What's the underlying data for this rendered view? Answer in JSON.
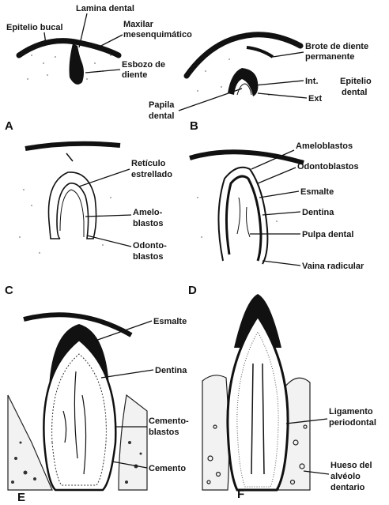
{
  "panels": [
    {
      "id": "A",
      "label": "A"
    },
    {
      "id": "B",
      "label": "B"
    },
    {
      "id": "C",
      "label": "C"
    },
    {
      "id": "D",
      "label": "D"
    },
    {
      "id": "E",
      "label": "E"
    },
    {
      "id": "F",
      "label": "F"
    }
  ],
  "labels": {
    "epitelio_bucal": "Epitelio bucal",
    "lamina_dental": "Lamina dental",
    "maxilar_1": "Maxilar",
    "maxilar_2": "mesenquimático",
    "esbozo_1": "Esbozo de",
    "esbozo_2": "diente",
    "brote_1": "Brote de diente",
    "brote_2": "permanente",
    "int": "Int.",
    "ext": "Ext",
    "epitelio_dental_1": "Epitelio",
    "epitelio_dental_2": "dental",
    "papila_1": "Papila",
    "papila_2": "dental",
    "reticulo_1": "Retículo",
    "reticulo_2": "estrellado",
    "amelo_1": "Amelo-",
    "amelo_2": "blastos",
    "odonto_1": "Odonto-",
    "odonto_2": "blastos",
    "ameloblastos": "Ameloblastos",
    "odontoblastos": "Odontoblastos",
    "esmalte_d": "Esmalte",
    "dentina_d": "Dentina",
    "pulpa": "Pulpa dental",
    "vaina": "Vaina radicular",
    "esmalte_e": "Esmalte",
    "dentina_e": "Dentina",
    "cemento_1": "Cemento-",
    "cemento_2": "blastos",
    "cemento": "Cemento",
    "ligamento_1": "Ligamento",
    "ligamento_2": "periodontal",
    "hueso_1": "Hueso del",
    "hueso_2": "alvéolo",
    "hueso_3": "dentario"
  }
}
